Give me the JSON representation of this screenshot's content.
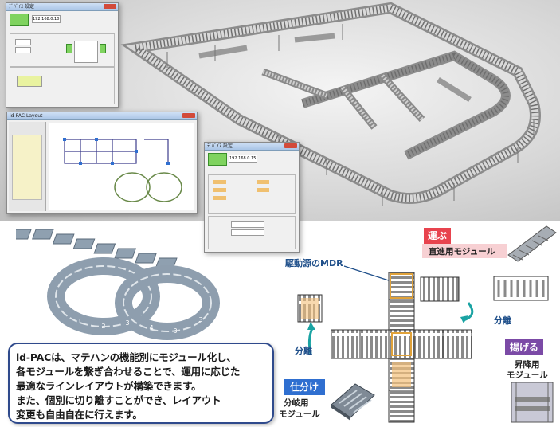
{
  "windows": {
    "win1": {
      "title": "ﾃﾞﾊﾞｲｽ 設定",
      "field": "192.168.0.10"
    },
    "win2": {
      "title": "id-PAC Layout"
    },
    "win3": {
      "title": "ﾃﾞﾊﾞｲｽ 設定",
      "field": "192.168.0.15"
    }
  },
  "description": {
    "line1": "id-PACは、マテハンの機能別にモジュール化し、",
    "line2": "各モジュールを繋ぎ合わせることで、運用に応じた",
    "line3": "最適なラインレイアウトが構築できます。",
    "line4": "また、個別に切り離すことができ、レイアウト",
    "line5": "変更も自由自在に行えます。"
  },
  "diagram": {
    "hakobu": "運ぶ",
    "straight_module": "直進用モジュール",
    "mdr_label": "駆動源のMDR",
    "bunri_right": "分離",
    "bunri_left": "分離",
    "ageru": "揚げる",
    "lift_module_1": "昇降用",
    "lift_module_2": "モジュール",
    "shiwake": "仕分け",
    "branch_module_1": "分岐用",
    "branch_module_2": "モジュール"
  },
  "colors": {
    "red_tag": "#e8434e",
    "purple_tag": "#7b4aa6",
    "blue_tag": "#2f6fd0",
    "panel_border": "#2f4a8c",
    "label_blue": "#1f4f8a",
    "arrow_teal": "#1aa3a3"
  }
}
